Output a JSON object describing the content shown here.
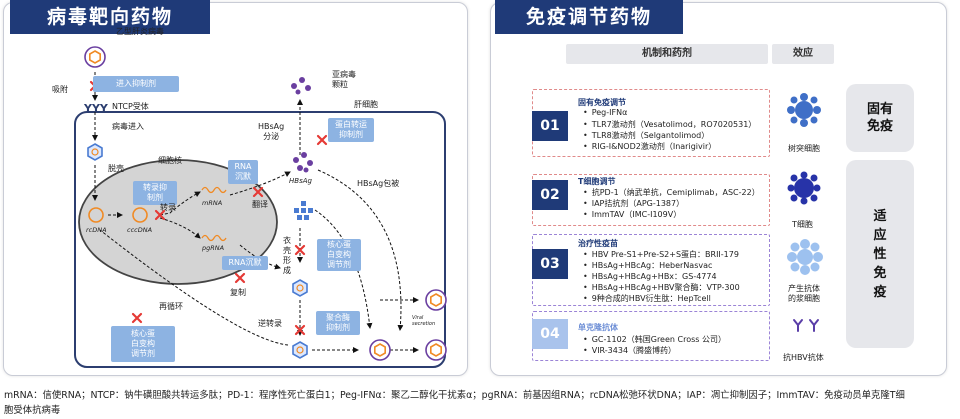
{
  "left_panel": {
    "title": "病毒靶向药物",
    "hbv_label": "乙型肝炎病毒",
    "entry_inhibitor": "进入抑制剂",
    "adsorption": "吸附",
    "ntcp_receptor": "NTCP受体",
    "hepatocyte": "肝细胞",
    "subviral_particle": "亚病毒\n颗粒",
    "virus_entry": "病毒进入",
    "hbsag_secretion": "HBsAg\n分泌",
    "protein_transport_inhibitor": "蛋白转运\n抑制剂",
    "uncoating": "脱壳",
    "nucleus": "细胞核",
    "transcription_inhibitor": "转录抑\n制剂",
    "rna_silencing_1": "RNA\n沉默",
    "hbsag": "HBsAg",
    "hbsag_wrapping": "HBsAg包被",
    "rcdna": "rcDNA",
    "cccdna": "cccDNA",
    "transcription": "转录",
    "mrna": "mRNA",
    "translation": "翻译",
    "pgrna": "pgRNA",
    "rna_silencing_2": "RNA沉默",
    "replication": "复制",
    "capsid_formation": "衣\n壳\n形\n成",
    "capsid_modulator_1": "核心蛋\n白变构\n调节剂",
    "recycling": "再循环",
    "capsid_modulator_2": "核心蛋\n白变构\n调节剂",
    "reverse_transcription": "逆转录",
    "polymerase_inhibitor": "聚合酶\n抑制剂",
    "viral_secretion": "Viral\nsecretion"
  },
  "right_panel": {
    "title": "免疫调节药物",
    "header_mechanism": "机制和药剂",
    "header_effect": "效应",
    "rows": [
      {
        "num": "01",
        "title": "固有免疫调节",
        "items": [
          "Peg-IFNα",
          "TLR7激动剂（Vesatolimod，RO7020531）",
          "TLR8激动剂（Selgantolimod）",
          "RIG-I&NOD2激动剂（Inarigivir）"
        ]
      },
      {
        "num": "02",
        "title": "T细胞调节",
        "items": [
          "抗PD-1（纳武单抗，Cemiplimab，ASC-22）",
          "IAP拮抗剂（APG-1387）",
          "ImmTAV（IMC-I109V）"
        ]
      },
      {
        "num": "03",
        "title": "治疗性疫苗",
        "items": [
          "HBV Pre-S1+Pre-S2+S蛋白：BRII-179",
          "HBsAg+HBcAg：HeberNasvac",
          "HBsAg+HBcAg+HBx：GS-4774",
          "HBsAg+HBcAg+HBV聚合酶：VTP-300",
          "9种合成的HBV衍生肽：HepTcell"
        ]
      },
      {
        "num": "04",
        "title": "单克隆抗体",
        "items": [
          "GC-1102（韩国Green Cross 公司）",
          "VIR-3434（腾盛博药）"
        ]
      }
    ],
    "cells": [
      "树突细胞",
      "T细胞",
      "产生抗体\n的浆细胞",
      "抗HBV抗体"
    ],
    "innate_immunity": "固有\n免疫",
    "adaptive_immunity": "适\n应\n性\n免\n疫"
  },
  "footer": {
    "line1": "mRNA：信使RNA；NTCP：钠牛磺胆酸共转运多肽；PD-1：程序性死亡蛋白1；Peg-IFNα：聚乙二醇化干扰素α；pgRNA：前基因组RNA；rcDNA松弛环状DNA；IAP：凋亡抑制因子；ImmTAV：免疫动员单克隆T细",
    "line2": "胞受体抗病毒"
  },
  "colors": {
    "navy": "#1f3a78",
    "light_blue": "#8db3e2",
    "red": "#e53935",
    "orange": "#f08a24",
    "purple": "#6a3fa0",
    "cell_blue": "#3f6fc7",
    "innate_blue": "#6b8fd6",
    "tcell_navy": "#2733a8",
    "plasma_blue": "#9dc1ef"
  }
}
